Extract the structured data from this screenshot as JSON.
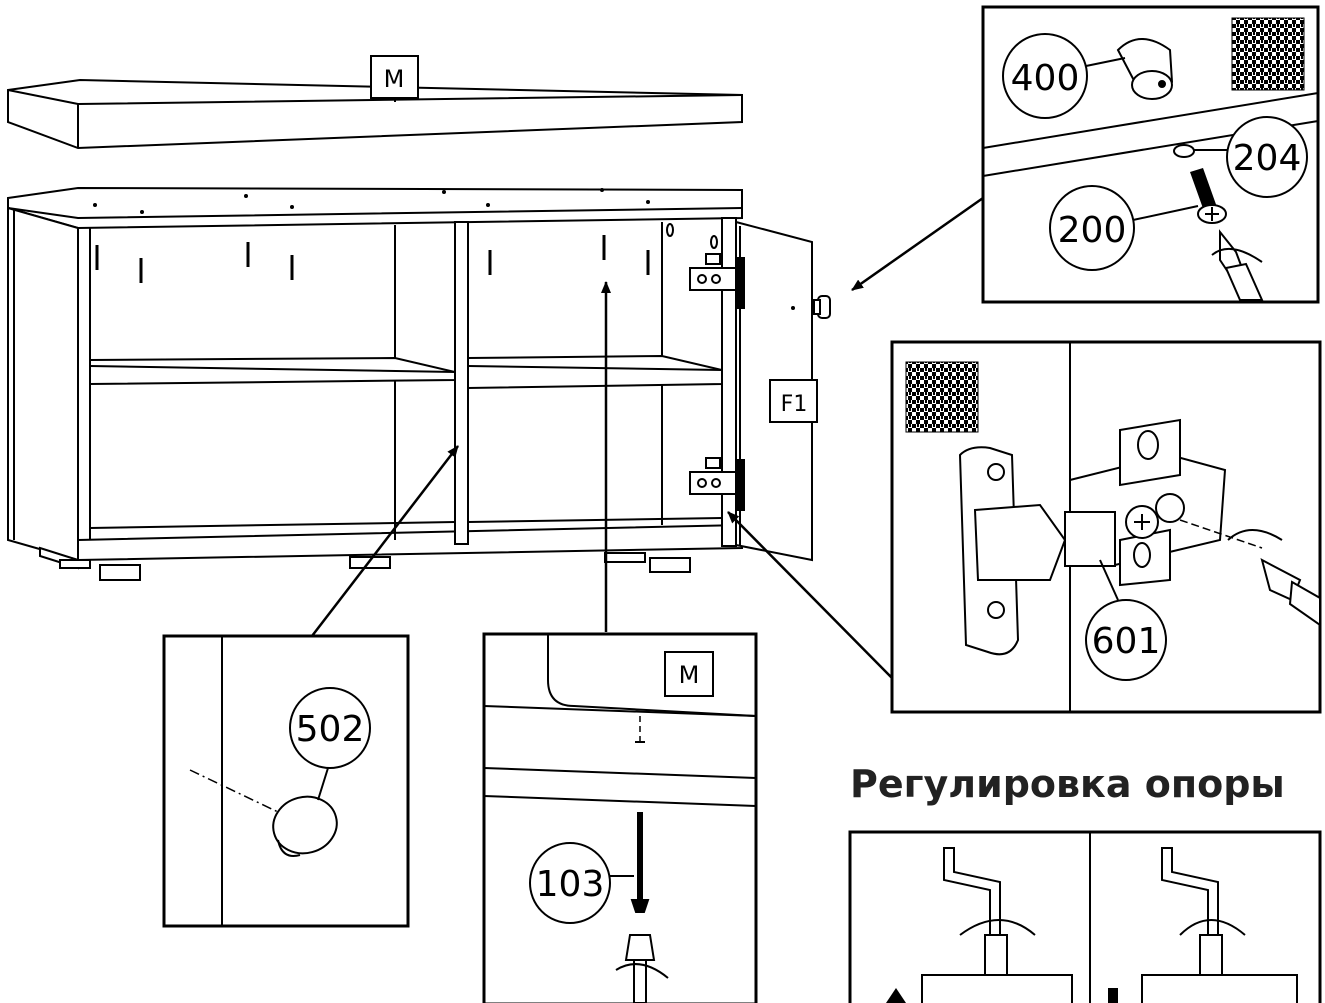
{
  "labels": {
    "top_panel": "M",
    "door": "F1",
    "screw_panel": "M"
  },
  "parts": {
    "cap_400": "400",
    "washer_204": "204",
    "screw_200": "200",
    "hinge_601": "601",
    "cover_502": "502",
    "screw_103": "103"
  },
  "heading": "Регулировка опоры",
  "icons": [
    "qr-code-icon",
    "screwdriver-icon",
    "rotation-arrow-icon",
    "allen-key-icon"
  ]
}
